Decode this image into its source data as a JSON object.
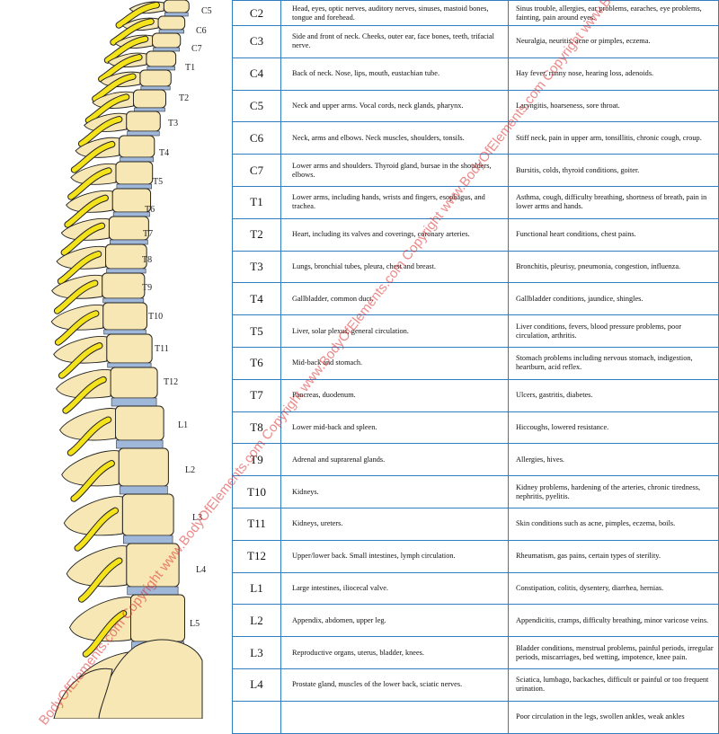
{
  "spine_labels": [
    "C5",
    "C6",
    "C7",
    "T1",
    "T2",
    "T3",
    "T4",
    "T5",
    "T6",
    "T7",
    "T8",
    "T9",
    "T10",
    "T11",
    "T12",
    "L1",
    "L2",
    "L3",
    "L4",
    "L5"
  ],
  "rows": [
    {
      "level": "C2",
      "areas": "Head, eyes, optic nerves, auditory nerves, sinuses, mastoid bones, tongue and forehead.",
      "effects": "Sinus trouble, allergies, ear problems, earaches, eye problems, fainting, pain around eyes."
    },
    {
      "level": "C3",
      "areas": "Side and front of neck. Cheeks, outer ear, face bones, teeth, trifacial nerve.",
      "effects": "Neuralgia, neuritis, acne or pimples, eczema."
    },
    {
      "level": "C4",
      "areas": "Back of neck. Nose, lips, mouth, eustachian tube.",
      "effects": "Hay fever, runny nose, hearing loss, adenoids."
    },
    {
      "level": "C5",
      "areas": "Neck and upper arms. Vocal cords, neck glands, pharynx.",
      "effects": "Laryngitis, hoarseness, sore throat."
    },
    {
      "level": "C6",
      "areas": "Neck, arms and elbows. Neck muscles, shoulders, tonsils.",
      "effects": "Stiff neck, pain in upper arm, tonsillitis, chronic cough, croup."
    },
    {
      "level": "C7",
      "areas": "Lower arms and shoulders. Thyroid gland, bursae in the shoulders, elbows.",
      "effects": "Bursitis, colds, thyroid conditions, goiter."
    },
    {
      "level": "T1",
      "areas": "Lower arms, including hands, wrists and fingers, esophagus, and trachea.",
      "effects": "Asthma, cough, difficulty breathing, shortness of breath, pain in lower arms and hands."
    },
    {
      "level": "T2",
      "areas": "Heart, including its valves and coverings, coronary arteries.",
      "effects": "Functional heart conditions, chest pains."
    },
    {
      "level": "T3",
      "areas": "Lungs, bronchial tubes, pleura, chest and breast.",
      "effects": "Bronchitis, pleurisy, pneumonia, congestion, influenza."
    },
    {
      "level": "T4",
      "areas": "Gallbladder, common duct.",
      "effects": "Gallbladder conditions, jaundice, shingles."
    },
    {
      "level": "T5",
      "areas": "Liver, solar plexus, general circulation.",
      "effects": "Liver conditions, fevers, blood pressure problems, poor circulation, arthritis."
    },
    {
      "level": "T6",
      "areas": "Mid-back and stomach.",
      "effects": "Stomach problems including nervous stomach, indigestion, heartburn, acid reflex."
    },
    {
      "level": "T7",
      "areas": "Pancreas, duodenum.",
      "effects": "Ulcers, gastritis, diabetes."
    },
    {
      "level": "T8",
      "areas": "Lower mid-back and spleen.",
      "effects": "Hiccoughs, lowered resistance."
    },
    {
      "level": "T9",
      "areas": "Adrenal and suprarenal glands.",
      "effects": "Allergies, hives."
    },
    {
      "level": "T10",
      "areas": "Kidneys.",
      "effects": "Kidney problems, hardening of the arteries, chronic tiredness, nephritis, pyelitis."
    },
    {
      "level": "T11",
      "areas": "Kidneys, ureters.",
      "effects": "Skin conditions such as acne, pimples, eczema, boils."
    },
    {
      "level": "T12",
      "areas": "Upper/lower back. Small intestines, lymph circulation.",
      "effects": "Rheumatism, gas pains, certain types of sterility."
    },
    {
      "level": "L1",
      "areas": "Large intestines, iliocecal valve.",
      "effects": "Constipation, colitis, dysentery, diarrhea, hernias."
    },
    {
      "level": "L2",
      "areas": "Appendix, abdomen, upper leg.",
      "effects": "Appendicitis, cramps, difficulty breathing, minor varicose veins."
    },
    {
      "level": "L3",
      "areas": "Reproductive organs, uterus, bladder, knees.",
      "effects": "Bladder conditions, menstrual problems, painful periods, irregular periods, miscarriages, bed wetting, impotence, knee pain."
    },
    {
      "level": "L4",
      "areas": "Prostate gland, muscles of the lower back, sciatic nerves.",
      "effects": "Sciatica, lumbago, backaches, difficult or painful or too frequent urination."
    },
    {
      "level": "",
      "areas": "",
      "effects": "Poor circulation in the legs, swollen ankles, weak ankles"
    }
  ],
  "watermark": "BodyOfElements.com Copyright www.BodyOfElements.com Copyright www.BodyOfElements.com Copyright www.BodyOfElements.com Copyright www.BodyOfElements.com Copyright www.BodyOf",
  "colors": {
    "bone": "#f7e7b4",
    "disc": "#9fb7d8",
    "nerve": "#f3e21c",
    "grid": "#2f7fc1",
    "watermark": "#dc2828"
  }
}
